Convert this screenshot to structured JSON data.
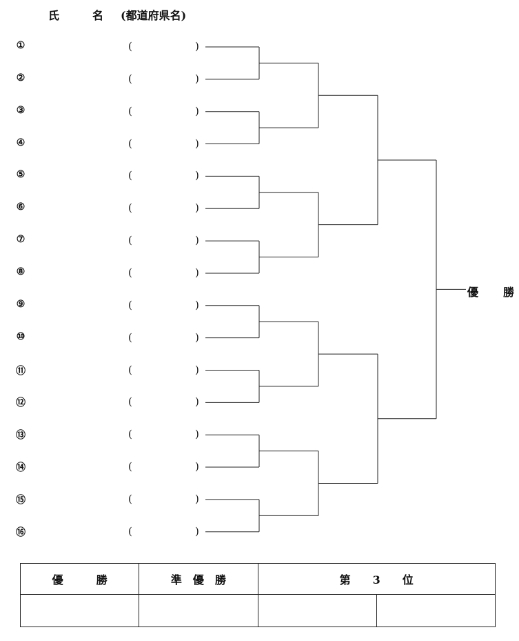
{
  "header": {
    "name_label": "氏　　　名",
    "pref_label": "(都道府県名)"
  },
  "entries": [
    {
      "num": "①",
      "open": "(",
      "close": ")"
    },
    {
      "num": "②",
      "open": "(",
      "close": ")"
    },
    {
      "num": "③",
      "open": "(",
      "close": ")"
    },
    {
      "num": "④",
      "open": "(",
      "close": ")"
    },
    {
      "num": "⑤",
      "open": "(",
      "close": ")"
    },
    {
      "num": "⑥",
      "open": "(",
      "close": ")"
    },
    {
      "num": "⑦",
      "open": "(",
      "close": ")"
    },
    {
      "num": "⑧",
      "open": "(",
      "close": ")"
    },
    {
      "num": "⑨",
      "open": "(",
      "close": ")"
    },
    {
      "num": "⑩",
      "open": "(",
      "close": ")"
    },
    {
      "num": "⑪",
      "open": "(",
      "close": ")"
    },
    {
      "num": "⑫",
      "open": "(",
      "close": ")"
    },
    {
      "num": "⑬",
      "open": "(",
      "close": ")"
    },
    {
      "num": "⑭",
      "open": "(",
      "close": ")"
    },
    {
      "num": "⑮",
      "open": "(",
      "close": ")"
    },
    {
      "num": "⑯",
      "open": "(",
      "close": ")"
    }
  ],
  "bracket": {
    "champion_label": "優　勝"
  },
  "results_table": {
    "champion": "優　　　勝",
    "runner_up": "準　優　勝",
    "third_place": "第　　3　　位"
  }
}
